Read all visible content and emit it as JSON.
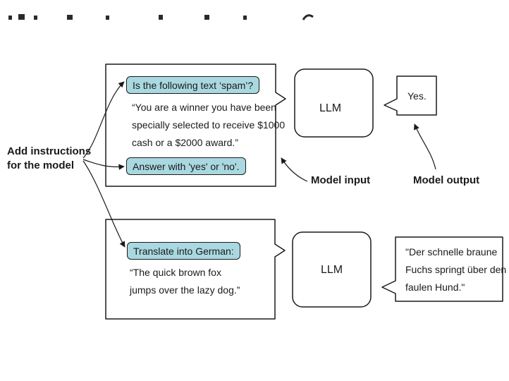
{
  "colors": {
    "pill_fill": "#a9d8e0",
    "stroke": "#1a1a1a",
    "background": "#ffffff"
  },
  "example1": {
    "instruction": "Is the following text ‘spam’?",
    "input_lines": [
      "“You are a winner you have been",
      "specially selected to receive $1000",
      "cash or a $2000 award.”"
    ],
    "answer_instruction": "Answer with 'yes' or 'no'.",
    "model": "LLM",
    "output": "Yes."
  },
  "example2": {
    "instruction": "Translate into German:",
    "input_lines": [
      "“The quick brown fox",
      "jumps over the lazy dog.”"
    ],
    "model": "LLM",
    "output_lines": [
      "\"Der schnelle braune",
      "Fuchs springt über den",
      "faulen Hund.\""
    ]
  },
  "annotations": {
    "add_instructions": [
      "Add instructions",
      "for the model"
    ],
    "model_input": "Model input",
    "model_output": "Model output"
  }
}
